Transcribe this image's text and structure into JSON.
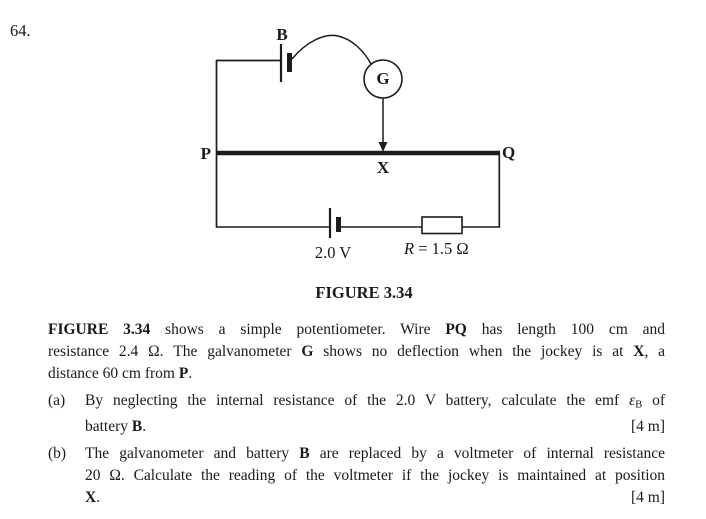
{
  "question": {
    "number": "64."
  },
  "figure": {
    "caption": "FIGURE 3.34",
    "labels": {
      "battery_top": "B",
      "galvanometer": "G",
      "wire_left": "P",
      "wire_right": "Q",
      "jockey": "X",
      "battery_bottom": "2.0 V"
    },
    "resistor_label": [
      {
        "t": "R",
        "i": true
      },
      {
        "t": " = 1.5 Ω"
      }
    ]
  },
  "paragraph": {
    "lines": [
      {
        "justify": true,
        "segs": [
          {
            "t": "FIGURE 3.34",
            "b": true
          },
          {
            "t": " shows a simple potentiometer. Wire "
          },
          {
            "t": "PQ",
            "b": true
          },
          {
            "t": " has length 100 cm and"
          }
        ]
      },
      {
        "justify": true,
        "segs": [
          {
            "t": "resistance 2.4 Ω. The galvanometer "
          },
          {
            "t": "G",
            "b": true
          },
          {
            "t": " shows no deflection when the jockey is at "
          },
          {
            "t": "X",
            "b": true
          },
          {
            "t": ", a"
          }
        ]
      },
      {
        "justify": false,
        "segs": [
          {
            "t": "distance 60 cm from "
          },
          {
            "t": "P",
            "b": true
          },
          {
            "t": "."
          }
        ]
      }
    ]
  },
  "parts": [
    {
      "label": "(a)",
      "lines": [
        {
          "justify": true,
          "segs": [
            {
              "t": "By neglecting the internal resistance of the 2.0 V battery, calculate the emf "
            },
            {
              "t": "ε",
              "i": true
            },
            {
              "t": "B",
              "sub": true
            },
            {
              "t": " of"
            }
          ]
        },
        {
          "justify": false,
          "marks": "[4 m]",
          "segs": [
            {
              "t": "battery "
            },
            {
              "t": "B",
              "b": true
            },
            {
              "t": "."
            }
          ]
        }
      ]
    },
    {
      "label": "(b)",
      "lines": [
        {
          "justify": true,
          "segs": [
            {
              "t": "The galvanometer and battery "
            },
            {
              "t": "B",
              "b": true
            },
            {
              "t": " are replaced by a voltmeter of internal resistance"
            }
          ]
        },
        {
          "justify": true,
          "segs": [
            {
              "t": "20 Ω. Calculate the reading of the voltmeter if the jockey is maintained at position"
            }
          ]
        },
        {
          "justify": false,
          "marks": "[4 m]",
          "segs": [
            {
              "t": "X",
              "b": true
            },
            {
              "t": "."
            }
          ]
        }
      ]
    }
  ],
  "colors": {
    "ink": "#1a1a1a",
    "background": "#ffffff"
  }
}
